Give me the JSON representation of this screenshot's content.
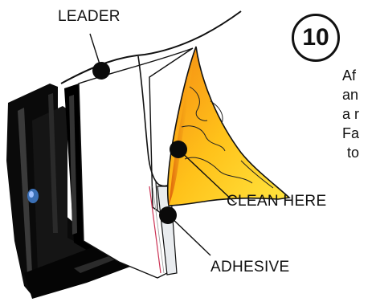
{
  "step": {
    "number": "10"
  },
  "labels": {
    "leader": "LEADER",
    "clean_here": "CLEAN HERE",
    "adhesive": "ADHESIVE"
  },
  "instructions": {
    "lines": [
      "Af",
      "an",
      "a r",
      "Fa",
      "to"
    ]
  },
  "colors": {
    "cartridge_body": "#0a0a0a",
    "cloth_light": "#ffd21a",
    "cloth_dark": "#e0620a",
    "adhesive_line": "#cc3355",
    "knob": "#3a6fb5"
  }
}
